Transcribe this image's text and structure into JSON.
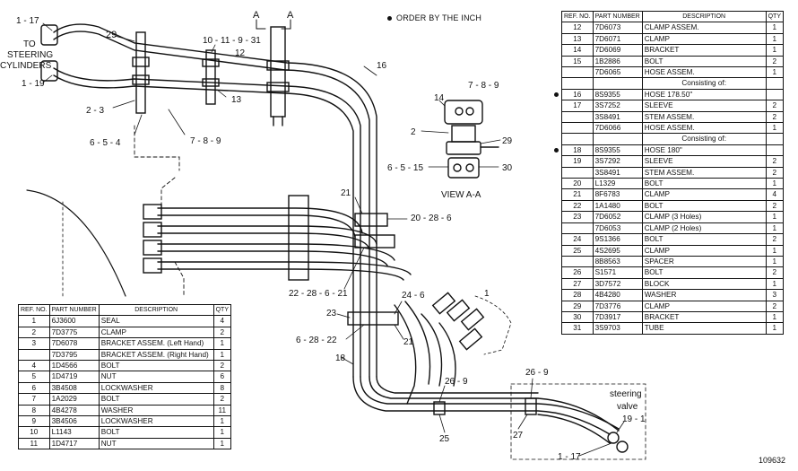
{
  "note": "ORDER BY THE INCH",
  "figure_number": "109632",
  "view_label": "VIEW A-A",
  "steering_valve_label": "steering valve",
  "cylinders_label": [
    "TO",
    "STEERING",
    "CYLINDERS"
  ],
  "section_mark": "A",
  "callouts": {
    "c1_17_top": "1 - 17",
    "c29_top": "29",
    "c10_11": "10 - 11 - 9 - 31",
    "c12": "12",
    "c16": "16",
    "c13": "13",
    "c1_19": "1 - 19",
    "c2_3": "2 - 3",
    "c6_5_4": "6 - 5 - 4",
    "c7_8_9_left": "7 - 8 - 9",
    "c14": "14",
    "c7_8_9_view": "7 - 8 - 9",
    "c2_view": "2",
    "c29_view": "29",
    "c6_5_15": "6 - 5 - 15",
    "c30": "30",
    "c21_top": "21",
    "c20_28_6": "20 - 28 - 6",
    "c22_28_6_21": "22 - 28 - 6 - 21",
    "c24_6": "24 - 6",
    "c1_mid": "1",
    "c23": "23",
    "c6_28_22": "6 - 28 - 22",
    "c21_mid": "21",
    "c18": "18",
    "c26_9_a": "26 - 9",
    "c26_9_b": "26 - 9",
    "c25": "25",
    "c27": "27",
    "c19_1": "19 - 1",
    "c1_17_bottom": "1 - 17"
  },
  "table_headers": {
    "ref": "REF. NO.",
    "part": "PART NUMBER",
    "desc": "DESCRIPTION",
    "qty": "QTY"
  },
  "left_table": [
    {
      "ref": "1",
      "pn": "6J3600",
      "desc": "SEAL",
      "qty": "4"
    },
    {
      "ref": "2",
      "pn": "7D3775",
      "desc": "CLAMP",
      "qty": "2"
    },
    {
      "ref": "3",
      "pn": "7D6078",
      "desc": "BRACKET ASSEM.",
      "note": "(Left Hand)",
      "qty": "1"
    },
    {
      "ref": "",
      "pn": "7D3795",
      "desc": "BRACKET ASSEM.",
      "note": "(Right Hand)",
      "qty": "1"
    },
    {
      "ref": "4",
      "pn": "1D4566",
      "desc": "BOLT",
      "qty": "2"
    },
    {
      "ref": "5",
      "pn": "1D4719",
      "desc": "NUT",
      "qty": "6"
    },
    {
      "ref": "6",
      "pn": "3B4508",
      "desc": "LOCKWASHER",
      "qty": "8"
    },
    {
      "ref": "7",
      "pn": "1A2029",
      "desc": "BOLT",
      "qty": "2"
    },
    {
      "ref": "8",
      "pn": "4B4278",
      "desc": "WASHER",
      "qty": "11"
    },
    {
      "ref": "9",
      "pn": "3B4506",
      "desc": "LOCKWASHER",
      "qty": "1"
    },
    {
      "ref": "10",
      "pn": "L1143",
      "desc": "BOLT",
      "qty": "1"
    },
    {
      "ref": "11",
      "pn": "1D4717",
      "desc": "NUT",
      "qty": "1"
    }
  ],
  "right_table": [
    {
      "ref": "12",
      "pn": "7D6073",
      "desc": "CLAMP ASSEM.",
      "qty": "1"
    },
    {
      "ref": "13",
      "pn": "7D6071",
      "desc": "CLAMP",
      "qty": "1"
    },
    {
      "ref": "14",
      "pn": "7D6069",
      "desc": "BRACKET",
      "qty": "1"
    },
    {
      "ref": "15",
      "pn": "1B2886",
      "desc": "BOLT",
      "qty": "2"
    },
    {
      "ref": "",
      "pn": "7D6065",
      "desc": "HOSE ASSEM.",
      "qty": "1"
    },
    {
      "sub": "Consisting of:"
    },
    {
      "ref": "16",
      "pn": "8S9355",
      "desc": "HOSE",
      "note": "178.50\"",
      "qty": "",
      "bullet": true
    },
    {
      "ref": "17",
      "pn": "3S7252",
      "desc": "SLEEVE",
      "qty": "2"
    },
    {
      "ref": "",
      "pn": "3S8491",
      "desc": "STEM ASSEM.",
      "qty": "2"
    },
    {
      "ref": "",
      "pn": "7D6066",
      "desc": "HOSE ASSEM.",
      "qty": "1"
    },
    {
      "sub": "Consisting of:"
    },
    {
      "ref": "18",
      "pn": "8S9355",
      "desc": "HOSE",
      "note": "180\"",
      "qty": "",
      "bullet": true
    },
    {
      "ref": "19",
      "pn": "3S7292",
      "desc": "SLEEVE",
      "qty": "2"
    },
    {
      "ref": "",
      "pn": "3S8491",
      "desc": "STEM ASSEM.",
      "qty": "2"
    },
    {
      "ref": "20",
      "pn": "L1329",
      "desc": "BOLT",
      "qty": "1"
    },
    {
      "ref": "21",
      "pn": "8F6783",
      "desc": "CLAMP",
      "qty": "4"
    },
    {
      "ref": "22",
      "pn": "1A1480",
      "desc": "BOLT",
      "qty": "2"
    },
    {
      "ref": "23",
      "pn": "7D6052",
      "desc": "CLAMP",
      "note": "(3 Holes)",
      "qty": "1"
    },
    {
      "ref": "",
      "pn": "7D6053",
      "desc": "CLAMP",
      "note": "(2 Holes)",
      "qty": "1"
    },
    {
      "ref": "24",
      "pn": "9S1366",
      "desc": "BOLT",
      "qty": "2"
    },
    {
      "ref": "25",
      "pn": "4S2695",
      "desc": "CLAMP",
      "qty": "1"
    },
    {
      "ref": "",
      "pn": "8B8563",
      "desc": "SPACER",
      "qty": "1"
    },
    {
      "ref": "26",
      "pn": "S1571",
      "desc": "BOLT",
      "qty": "2"
    },
    {
      "ref": "27",
      "pn": "3D7572",
      "desc": "BLOCK",
      "qty": "1"
    },
    {
      "ref": "28",
      "pn": "4B4280",
      "desc": "WASHER",
      "qty": "3"
    },
    {
      "ref": "29",
      "pn": "7D3776",
      "desc": "CLAMP",
      "qty": "2"
    },
    {
      "ref": "30",
      "pn": "7D3917",
      "desc": "BRACKET",
      "qty": "1"
    },
    {
      "ref": "31",
      "pn": "3S9703",
      "desc": "TUBE",
      "qty": "1"
    }
  ]
}
